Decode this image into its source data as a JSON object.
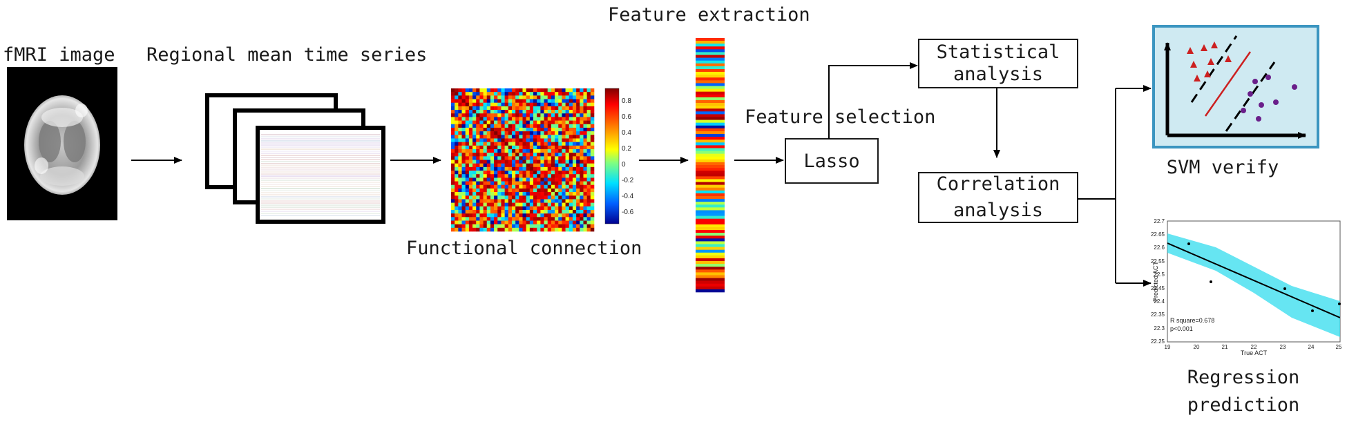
{
  "labels": {
    "fmri": "fMRI image",
    "regional": "Regional mean time series",
    "feature_extraction": "Feature extraction",
    "feature_selection": "Feature selection",
    "functional_connection": "Functional connection",
    "lasso": "Lasso",
    "statistical_1": "Statistical",
    "statistical_2": "analysis",
    "correlation_1": "Correlation",
    "correlation_2": "analysis",
    "svm": "SVM verify",
    "regression_1": "Regression",
    "regression_2": "prediction"
  },
  "colorbar": {
    "ticks": [
      "0.8",
      "0.6",
      "0.4",
      "0.2",
      "0",
      "-0.2",
      "-0.4",
      "-0.6"
    ]
  },
  "regression_plot": {
    "ylabel": "Predicted ACT",
    "xlabel": "True ACT",
    "r_square": "R square=0.678",
    "p_value": "p<0.001",
    "x_ticks": [
      "19",
      "20",
      "21",
      "22",
      "23",
      "24",
      "25"
    ],
    "y_ticks": [
      "22.7",
      "22.65",
      "22.6",
      "22.55",
      "22.5",
      "22.45",
      "22.4",
      "22.35",
      "22.3",
      "22.25"
    ]
  },
  "colors": {
    "svm_background": "#cfeaf2",
    "svm_border": "#3b95c0",
    "confidence_band": "#33dcee",
    "class_a": "#cc2020",
    "class_b": "#6a1f8a",
    "separator": "#cc2020"
  }
}
